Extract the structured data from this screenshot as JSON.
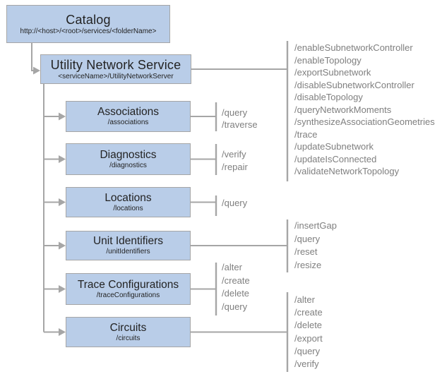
{
  "colors": {
    "box_fill": "#b9cde8",
    "box_border": "#a6a6a6",
    "line_color": "#a6a6a6",
    "title_color": "#232323",
    "ops_color": "#7f7f7f"
  },
  "nodes": {
    "catalog": {
      "title": "Catalog",
      "path": "http://<host>/<root>/services/<folderName>"
    },
    "utility_network_service": {
      "title": "Utility Network Service",
      "path": "<serviceName>/UtilityNetworkServer"
    },
    "associations": {
      "title": "Associations",
      "path": "/associations"
    },
    "diagnostics": {
      "title": "Diagnostics",
      "path": "/diagnostics"
    },
    "locations": {
      "title": "Locations",
      "path": "/locations"
    },
    "unit_identifiers": {
      "title": "Unit Identifiers",
      "path": "/unitIdentifiers"
    },
    "trace_configurations": {
      "title": "Trace Configurations",
      "path": "/traceConfigurations"
    },
    "circuits": {
      "title": "Circuits",
      "path": "/circuits"
    }
  },
  "operations": {
    "utility_network_service": [
      "/enableSubnetworkController",
      "/enableTopology",
      "/exportSubnetwork",
      "/disableSubnetworkController",
      "/disableTopology",
      "/queryNetworkMoments",
      "/synthesizeAssociationGeometries",
      "/trace",
      "/updateSubnetwork",
      "/updateIsConnected",
      "/validateNetworkTopology"
    ],
    "associations": [
      "/query",
      "/traverse"
    ],
    "diagnostics": [
      "/verify",
      "/repair"
    ],
    "locations": [
      "/query"
    ],
    "unit_identifiers": [
      "/insertGap",
      "/query",
      "/reset",
      "/resize"
    ],
    "trace_configurations": [
      "/alter",
      "/create",
      "/delete",
      "/query"
    ],
    "circuits": [
      "/alter",
      "/create",
      "/delete",
      "/export",
      "/query",
      "/verify"
    ]
  }
}
